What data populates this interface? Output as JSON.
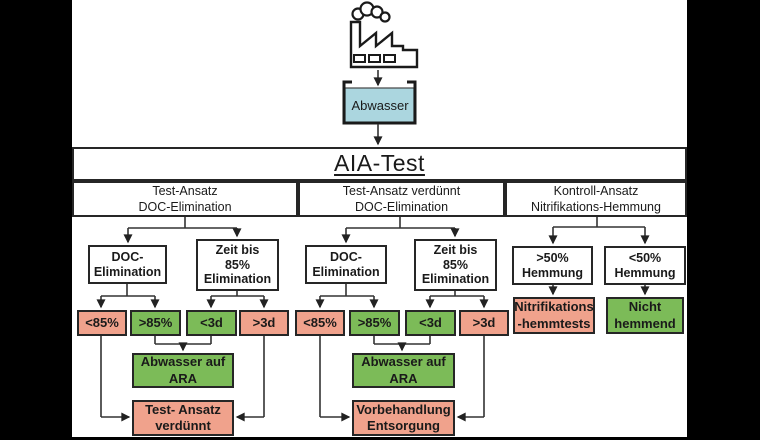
{
  "title": "AIA-Test",
  "tank": {
    "label": "Abwasser"
  },
  "icons": {
    "factory": "factory-icon",
    "tank": "wastewater-tank-icon",
    "arrows": "flow-arrow-connectors"
  },
  "colors": {
    "good": "#7CBB58",
    "bad": "#F0A28C",
    "water": "#ABD6DF",
    "line": "#333333",
    "border": "#262626",
    "background": "#000000",
    "panel": "#FFFFFF"
  },
  "columns": [
    {
      "header": "Test-Ansatz\nDOC-Elimination",
      "decisions": [
        "DOC-\nElimination",
        "Zeit bis\n85%\nElimination"
      ],
      "outcomes": [
        {
          "label": "<85%",
          "type": "bad"
        },
        {
          "label": ">85%",
          "type": "good"
        },
        {
          "label": "<3d",
          "type": "good"
        },
        {
          "label": ">3d",
          "type": "bad"
        }
      ],
      "results": [
        {
          "label": "Abwasser auf\nARA",
          "type": "good"
        },
        {
          "label": "Test- Ansatz\nverdünnt",
          "type": "bad"
        }
      ]
    },
    {
      "header": "Test-Ansatz verdünnt\nDOC-Elimination",
      "decisions": [
        "DOC-\nElimination",
        "Zeit bis\n85%\nElimination"
      ],
      "outcomes": [
        {
          "label": "<85%",
          "type": "bad"
        },
        {
          "label": ">85%",
          "type": "good"
        },
        {
          "label": "<3d",
          "type": "good"
        },
        {
          "label": ">3d",
          "type": "bad"
        }
      ],
      "results": [
        {
          "label": "Abwasser auf\nARA",
          "type": "good"
        },
        {
          "label": "Vorbehandlung\nEntsorgung",
          "type": "bad"
        }
      ]
    },
    {
      "header": "Kontroll-Ansatz\nNitrifikations-Hemmung",
      "decisions": [
        ">50%\nHemmung",
        "<50%\nHemmung"
      ],
      "outcomes": [],
      "results": [
        {
          "label": "Nitrifikations\n-hemmtests",
          "type": "bad"
        },
        {
          "label": "Nicht\nhemmend",
          "type": "good"
        }
      ]
    }
  ]
}
